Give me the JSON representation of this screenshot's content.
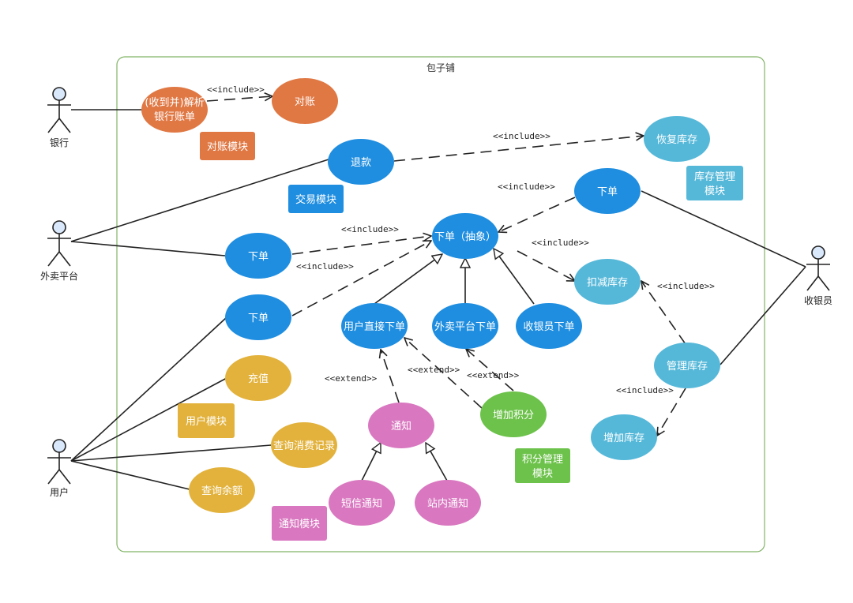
{
  "system": {
    "title": "包子铺"
  },
  "colors": {
    "bank": "#e07844",
    "trade": "#1f8ee0",
    "inventory": "#56b8d9",
    "user": "#e2b23c",
    "notify": "#d978c0",
    "points": "#6cc24a",
    "border": "#82b366",
    "stroke": "#222222"
  },
  "actors": {
    "bank": "银行",
    "delivery": "外卖平台",
    "user": "用户",
    "cashier": "收银员"
  },
  "usecases": {
    "parse_statement": [
      "(收到并)解析",
      "银行账单"
    ],
    "reconcile": "对账",
    "refund": "退款",
    "restore_stock": "恢复库存",
    "order_cashier": "下单",
    "order_abstract": "下单（抽象）",
    "order_delivery": "下单",
    "order_user": "下单",
    "user_direct_order": "用户直接下单",
    "delivery_order": "外卖平台下单",
    "cashier_order": "收银员下单",
    "deduct_stock": "扣减库存",
    "manage_stock": "管理库存",
    "add_stock": "增加库存",
    "recharge": "充值",
    "query_history": "查询消费记录",
    "query_balance": "查询余额",
    "notify": "通知",
    "sms_notify": "短信通知",
    "site_notify": "站内通知",
    "add_points": "增加积分"
  },
  "modules": {
    "reconcile": "对账模块",
    "trade": "交易模块",
    "inventory": [
      "库存管理",
      "模块"
    ],
    "user": "用户模块",
    "notify": "通知模块",
    "points": [
      "积分管理",
      "模块"
    ]
  },
  "relations": {
    "include": "<<include>>",
    "extend": "<<extend>>"
  }
}
